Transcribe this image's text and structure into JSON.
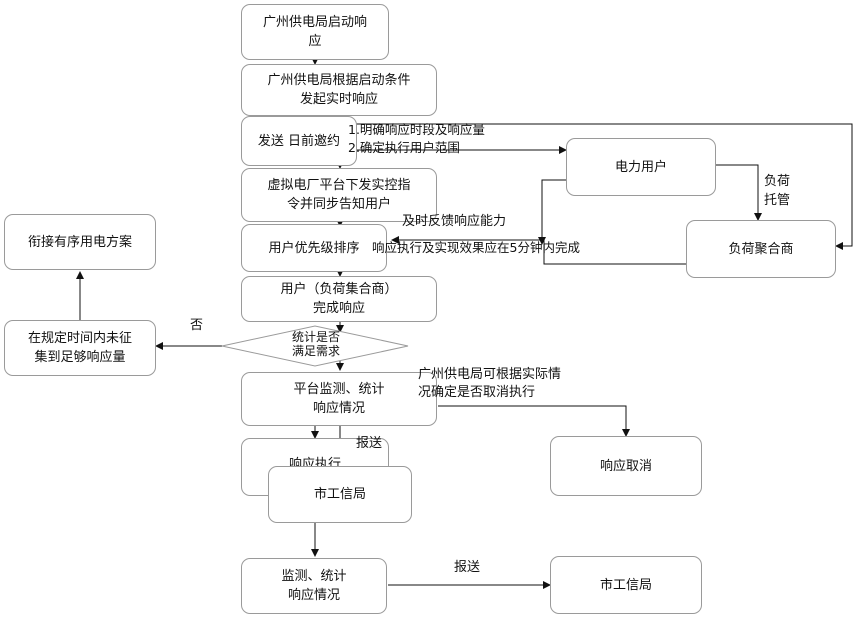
{
  "nodes": {
    "start_response": "广州供电局启动响\n应",
    "initiate_realtime": "广州供电局根据启动条件\n发起实时响应",
    "send_dayahead": "发送 日前邀约",
    "vpp_dispatch": "虚拟电厂平台下发实控指\n令并同步告知用户",
    "user_priority": "用户优先级排序",
    "user_complete": "用户（负荷集合商）\n完成响应",
    "decision": "统计是否\n满足需求",
    "platform_monitor": "平台监测、统计\n响应情况",
    "response_result": "响应执行",
    "city_bureau_1": "市工信局",
    "monitor_stats": "监测、统计\n响应情况",
    "city_bureau_2": "市工信局",
    "response_cancel": "响应取消",
    "power_user": "电力用户",
    "load_aggregator": "负荷聚合商",
    "orderly_plan": "衔接有序用电方案",
    "insufficient": "在规定时间内未征\n集到足够响应量"
  },
  "labels": {
    "clarify_1": "1.明确响应时段及响应量",
    "clarify_2": "2.确定执行用户范围",
    "load_trust": "负荷\n托管",
    "feedback": "及时反馈响应能力",
    "execute_time": "响应执行及实现效果应在5分钟内完成",
    "no": "否",
    "cancel_note": "广州供电局可根据实际情\n况确定是否取消执行",
    "report_1": "报送",
    "report_2": "报送"
  }
}
